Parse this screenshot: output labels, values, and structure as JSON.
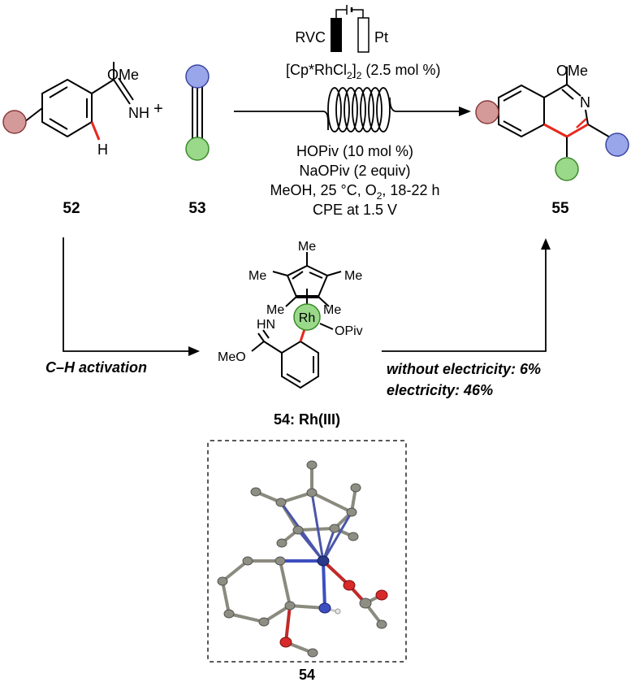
{
  "compounds": {
    "c52": "52",
    "c53": "53",
    "c55": "55",
    "c54_label": "54: Rh(III)",
    "c54_xray": "54"
  },
  "sm52": {
    "ome": "OMe",
    "nh": "NH",
    "h": "H"
  },
  "plus": "+",
  "electrodes": {
    "anode": "RVC",
    "cathode": "Pt"
  },
  "conditions": {
    "catalyst": "[Cp*RhCl",
    "catalyst_sub": "2",
    "catalyst_close": "]",
    "catalyst_tail": " (2.5 mol %)",
    "line1": "HOPiv (10 mol %)",
    "line2": "NaOPiv (2 equiv)",
    "line3_a": "MeOH, 25 °C, O",
    "line3_sub": "2",
    "line3_b": ", 18-22 h",
    "line4": "CPE at 1.5 V"
  },
  "product55": {
    "ome": "OMe",
    "n": "N"
  },
  "intermediate54": {
    "me_top": "Me",
    "me_left": "Me",
    "me_right": "Me",
    "me_bl": "Me",
    "me_br": "Me",
    "hn": "HN",
    "rh": "Rh",
    "opiv": "OPiv",
    "meo": "MeO"
  },
  "step": {
    "ch_activation": "C–H activation"
  },
  "yields": {
    "without": "without electricity: 6%",
    "with": "electricity: 46%",
    "with_color": "#3a8a1a"
  },
  "colors": {
    "substituent_red": "#d49a9a",
    "substituent_blue": "#9aa6ea",
    "substituent_green": "#9ad88a",
    "bond_highlight": "#e8281e",
    "rh_green": "#9ad88a"
  }
}
